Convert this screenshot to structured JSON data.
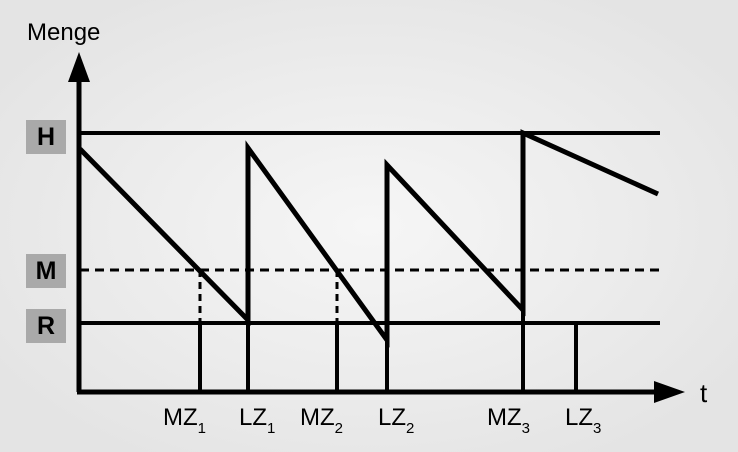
{
  "y_axis_label": "Menge",
  "x_axis_label": "t",
  "levels": [
    {
      "key": "H",
      "label": "H"
    },
    {
      "key": "M",
      "label": "M"
    },
    {
      "key": "R",
      "label": "R"
    }
  ],
  "time_marks": [
    {
      "name": "MZ",
      "sub": "1"
    },
    {
      "name": "LZ",
      "sub": "1"
    },
    {
      "name": "MZ",
      "sub": "2"
    },
    {
      "name": "LZ",
      "sub": "2"
    },
    {
      "name": "MZ",
      "sub": "3"
    },
    {
      "name": "LZ",
      "sub": "3"
    }
  ]
}
